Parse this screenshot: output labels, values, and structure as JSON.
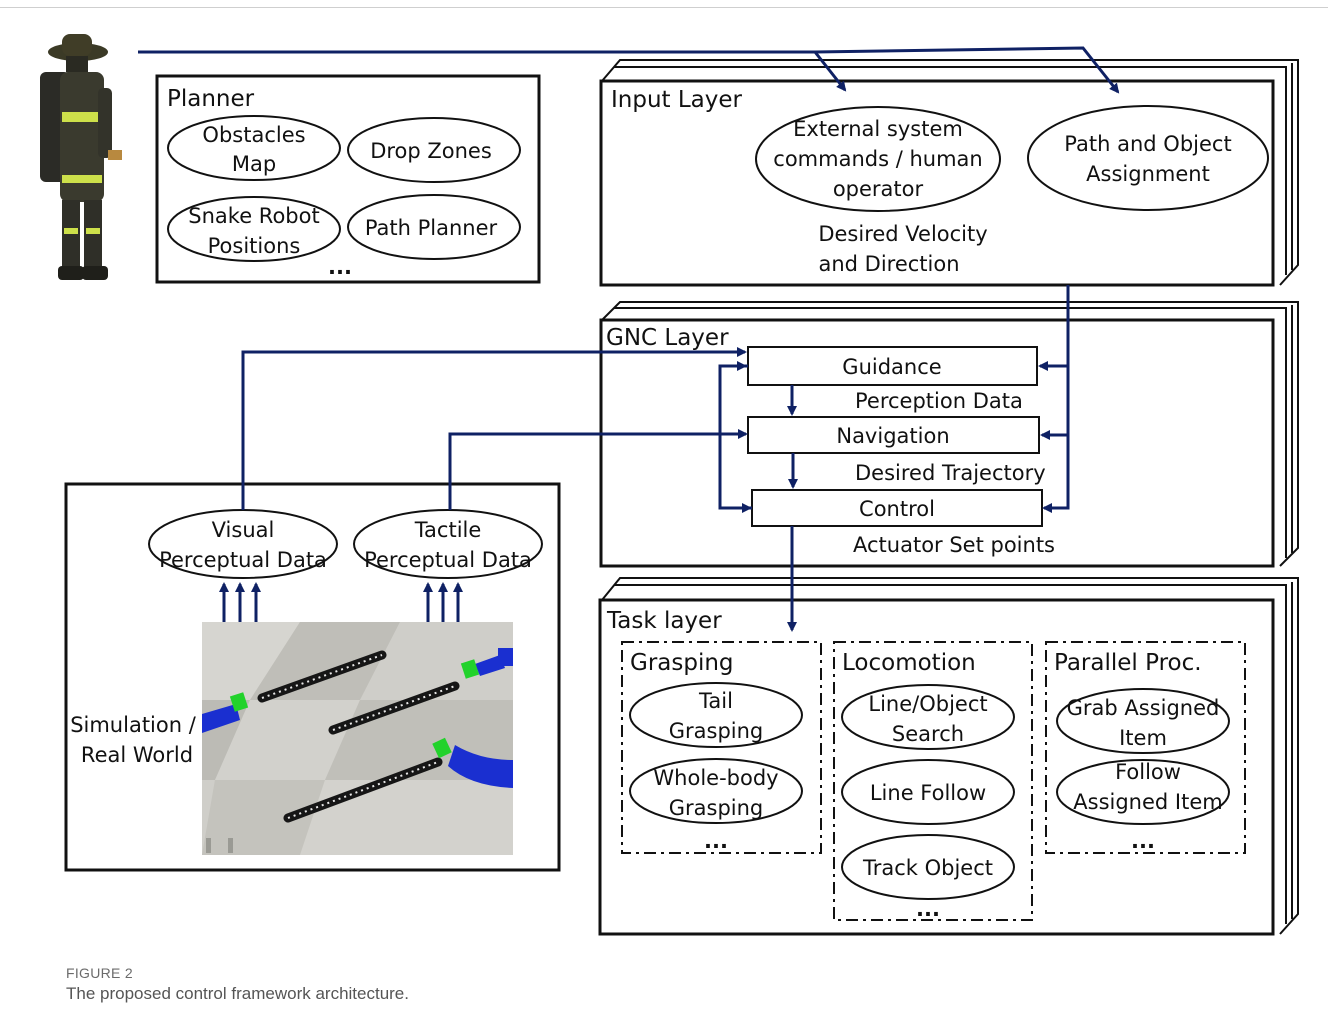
{
  "planner": {
    "title": "Planner",
    "items": [
      [
        "Obstacles",
        "Map"
      ],
      [
        "Drop Zones"
      ],
      [
        "Snake Robot",
        "Positions"
      ],
      [
        "Path Planner"
      ]
    ],
    "more": "..."
  },
  "input_layer": {
    "title": "Input Layer",
    "external": [
      "External system",
      "commands / human",
      "operator"
    ],
    "assignment": [
      "Path and Object",
      "Assignment"
    ],
    "desired": [
      "Desired Velocity",
      "and Direction"
    ]
  },
  "gnc_layer": {
    "title": "GNC Layer",
    "guidance": "Guidance",
    "perception_data": "Perception Data",
    "navigation": "Navigation",
    "desired_trajectory": "Desired Trajectory",
    "control": "Control",
    "actuator": "Actuator Set points"
  },
  "world": {
    "visual": [
      "Visual",
      "Perceptual Data"
    ],
    "tactile": [
      "Tactile",
      "Perceptual Data"
    ],
    "sim": [
      "Simulation /",
      "Real World"
    ]
  },
  "task_layer": {
    "title": "Task layer",
    "grasping": {
      "title": "Grasping",
      "items": [
        [
          "Tail",
          "Grasping"
        ],
        [
          "Whole-body",
          "Grasping"
        ]
      ],
      "more": "..."
    },
    "locomotion": {
      "title": "Locomotion",
      "items": [
        [
          "Line/Object",
          "Search"
        ],
        [
          "Line Follow"
        ],
        [
          "Track Object"
        ]
      ],
      "more": "..."
    },
    "parallel": {
      "title": "Parallel Proc.",
      "items": [
        [
          "Grab Assigned",
          "Item"
        ],
        [
          "Follow",
          "Assigned Item"
        ]
      ],
      "more": "..."
    }
  },
  "caption": {
    "label": "FIGURE 2",
    "text": "The proposed control framework architecture."
  },
  "colors": {
    "arrow": "#0f2164",
    "frame": "#111111"
  }
}
